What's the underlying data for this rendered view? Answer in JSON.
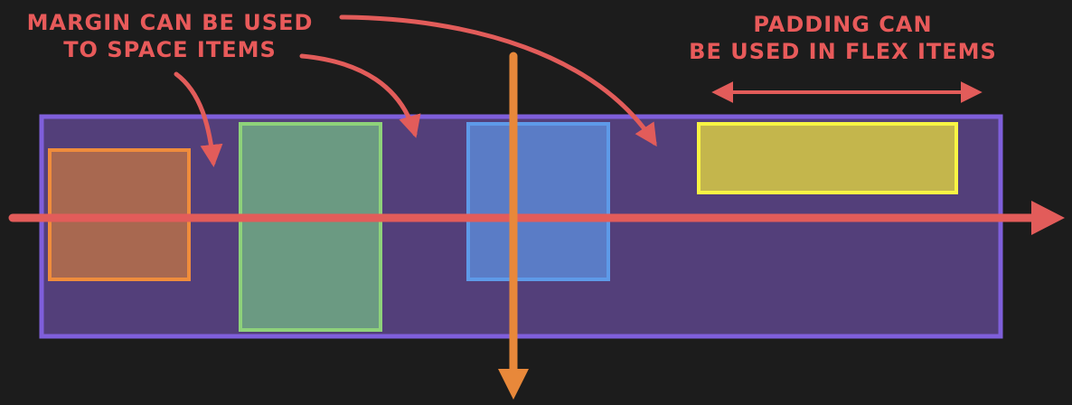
{
  "annotations": {
    "margin": {
      "lines": [
        "MARGIN CAN BE USED",
        "TO SPACE ITEMS"
      ]
    },
    "padding": {
      "lines": [
        "PADDING CAN",
        "BE USED IN FLEX ITEMS"
      ]
    }
  },
  "colors": {
    "background": "#1c1c1c",
    "container_fill": "#533f7a",
    "container_border": "#7f5fdb",
    "item_orange_fill": "#a86850",
    "item_orange_border": "#ef8c3c",
    "item_green_fill": "#6b9a82",
    "item_green_border": "#8ed27a",
    "item_blue_fill": "#5a7cc6",
    "item_blue_border": "#5e9ae8",
    "item_yellow_fill": "#c4b64c",
    "item_yellow_border": "#f8f444",
    "main_axis": "#e25c5a",
    "cross_axis": "#e8883a",
    "annotation": "#e85a5a"
  },
  "flex_items": [
    "orange-item",
    "green-item",
    "blue-item",
    "yellow-item"
  ]
}
